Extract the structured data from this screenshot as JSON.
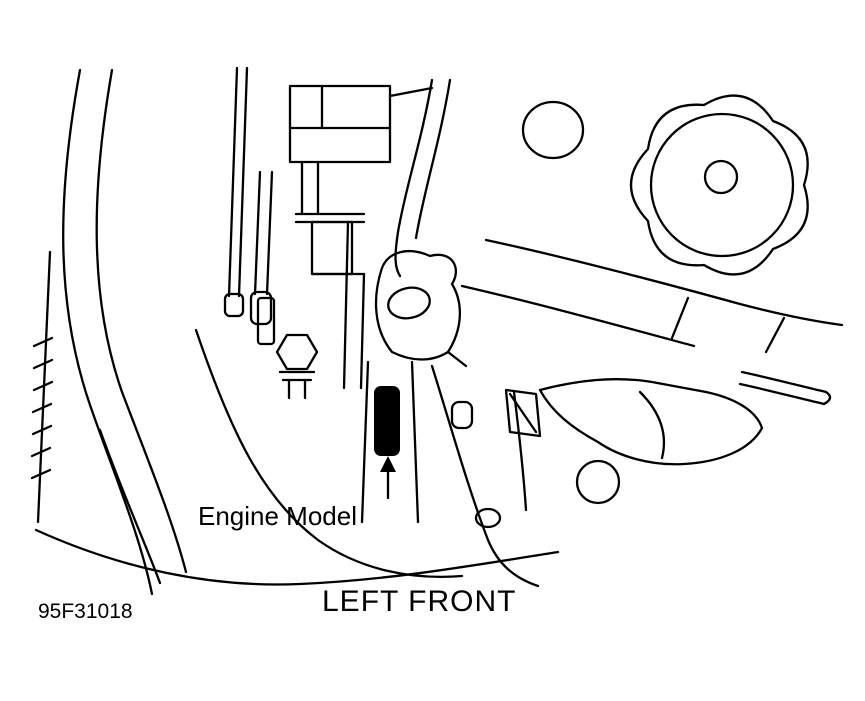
{
  "figure": {
    "id_code": "95F31018",
    "labels": {
      "engine_model": "Engine Model",
      "left_front": "LEFT FRONT"
    },
    "colors": {
      "line": "#000000",
      "background": "#ffffff",
      "plate_fill": "#000000"
    },
    "icons": {
      "arrow": "up-arrow-icon"
    }
  }
}
